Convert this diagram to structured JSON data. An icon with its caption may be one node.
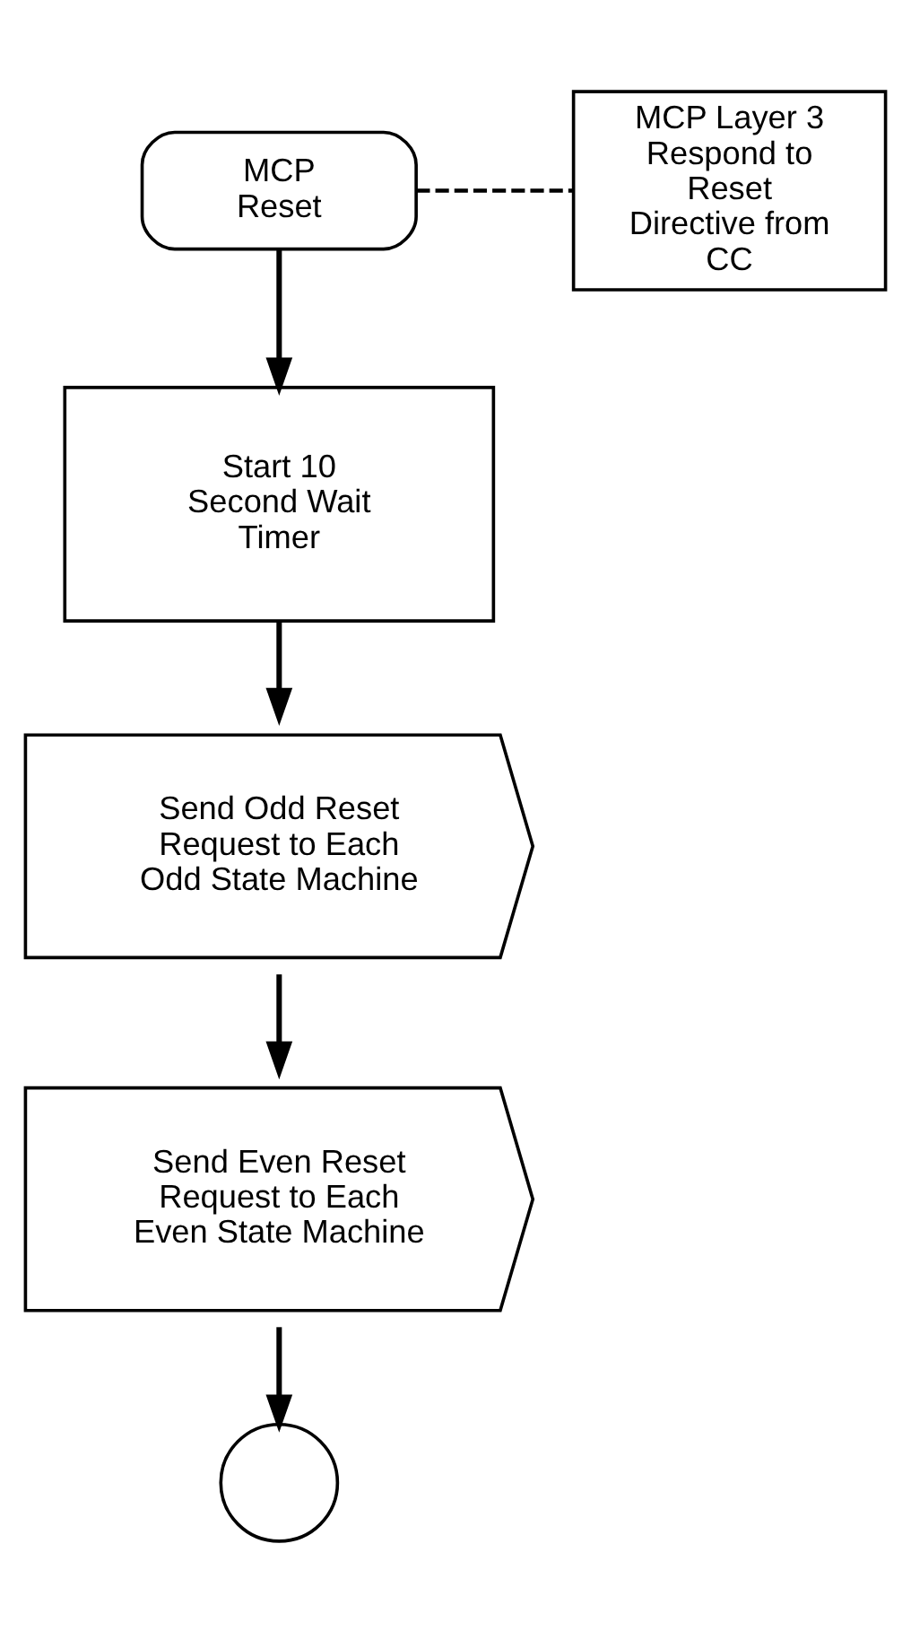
{
  "diagram": {
    "nodes": [
      {
        "text": [
          "MCP Reset"
        ]
      },
      {
        "text": [
          "MCP Layer 3 Respond to Reset Directive from CC"
        ]
      },
      {
        "text": [
          "Start 10 Second Wait Timer"
        ]
      },
      {
        "text": [
          "Send Odd Reset Request to Each Odd State Machine"
        ]
      },
      {
        "text": [
          "Send Even Reset Request to Each Even State Machine"
        ]
      },
      {
        "text": [],
        "shape": "circle"
      }
    ],
    "edges": [
      {
        "from": 0,
        "to": 1,
        "arrow": "none",
        "style": "dashed"
      },
      {
        "from": 0,
        "to": 2,
        "arrow": "to"
      },
      {
        "from": 2,
        "to": 3,
        "arrow": "to"
      },
      {
        "from": 3,
        "to": 4,
        "arrow": "to"
      },
      {
        "from": 4,
        "to": 5,
        "arrow": "to"
      }
    ]
  }
}
